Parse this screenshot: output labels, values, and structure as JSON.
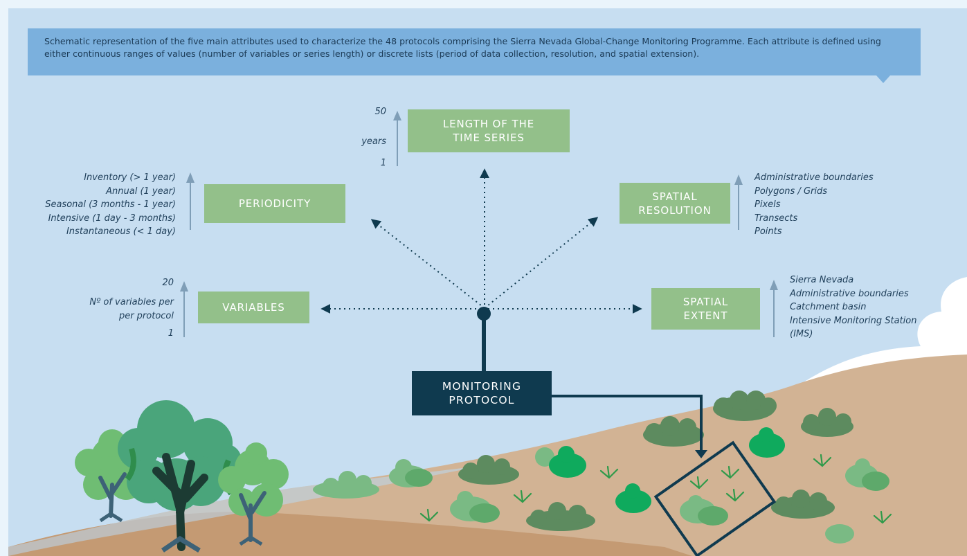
{
  "caption": "Schematic representation of the five main attributes used to characterize the 48 protocols comprising the Sierra Nevada Global-Change Monitoring Programme. Each attribute is defined using either continuous ranges of values (number of variables or series length) or discrete lists (period of data collection, resolution, and spatial extension).",
  "center": {
    "label_line1": "MONITORING",
    "label_line2": "PROTOCOL"
  },
  "attributes": {
    "time_series": {
      "label_line1": "LENGTH OF THE",
      "label_line2": "TIME SERIES",
      "scale_top": "50",
      "scale_unit": "years",
      "scale_bottom": "1"
    },
    "periodicity": {
      "label": "PERIODICITY",
      "levels": [
        "Inventory (> 1 year)",
        "Annual (1 year)",
        "Seasonal (3 months - 1 year)",
        "Intensive (1 day - 3 months)",
        "Instantaneous (< 1 day)"
      ]
    },
    "variables": {
      "label": "VARIABLES",
      "scale_top": "20",
      "scale_unit_line1": "Nº of variables per",
      "scale_unit_line2": "per protocol",
      "scale_bottom": "1"
    },
    "spatial_resolution": {
      "label_line1": "SPATIAL",
      "label_line2": "RESOLUTION",
      "levels": [
        "Administrative boundaries",
        "Polygons / Grids",
        "Pixels",
        "Transects",
        "Points"
      ]
    },
    "spatial_extent": {
      "label_line1": "SPATIAL",
      "label_line2": "EXTENT",
      "levels": [
        "Sierra Nevada",
        "Administrative boundaries",
        "Catchment basin",
        "Intensive Monitoring Station",
        "(IMS)"
      ]
    }
  },
  "colors": {
    "panel": "#c7def1",
    "caption_bg": "#7bb0dd",
    "attribute_box": "#93c08a",
    "protocol_box": "#0f3a4f",
    "ground": "#d2b394",
    "scale_arrow": "#7f9eb7"
  }
}
